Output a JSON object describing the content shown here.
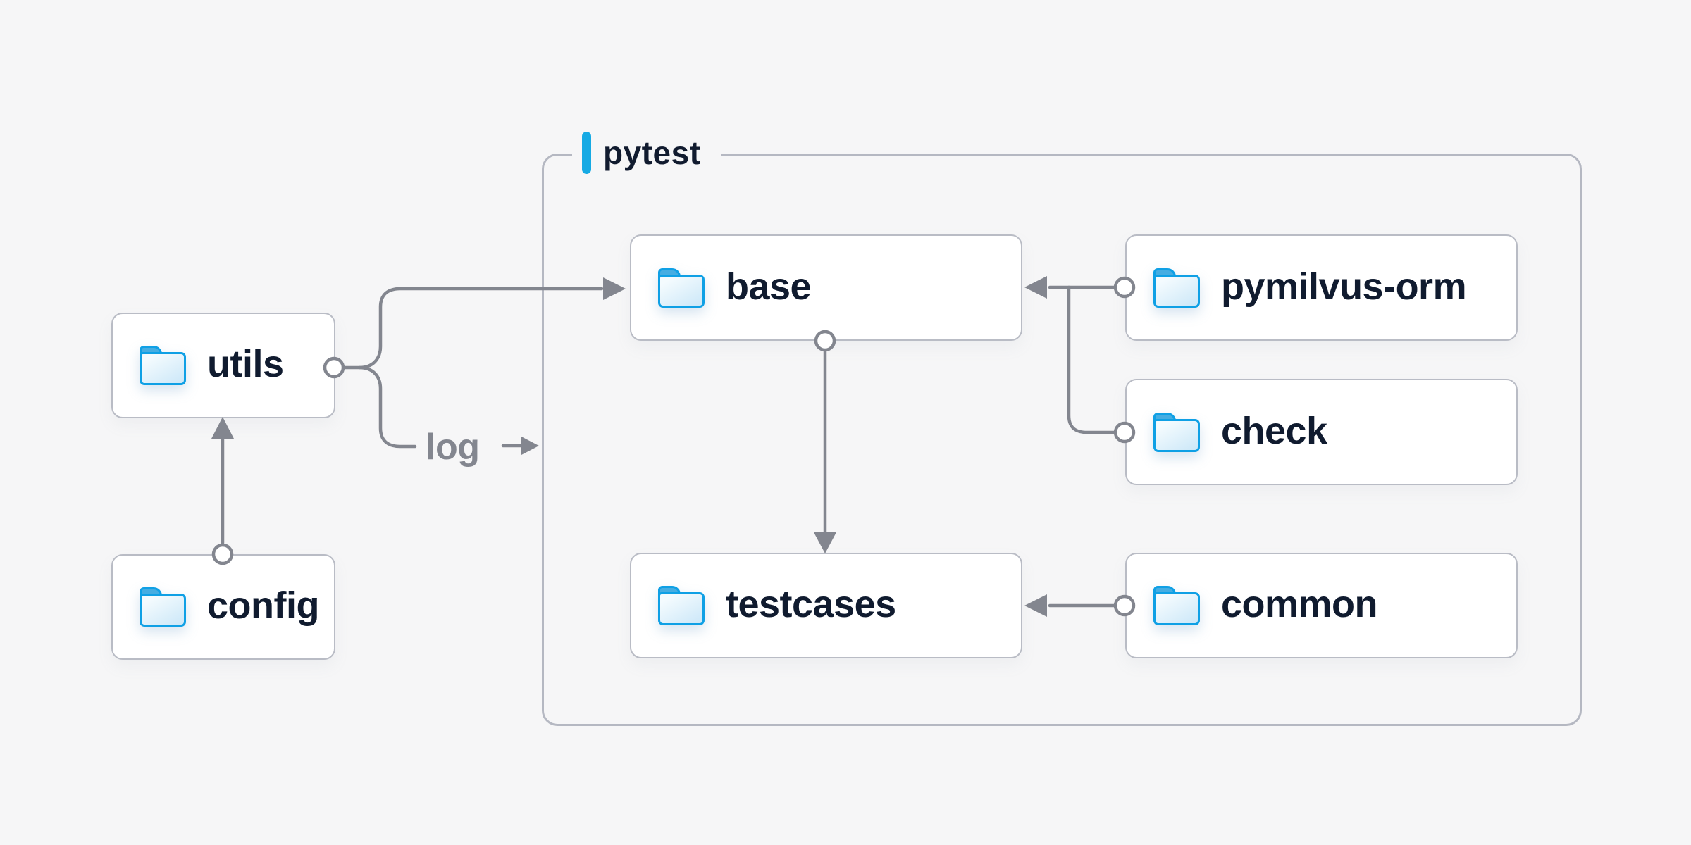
{
  "diagram": {
    "group": {
      "label": "pytest"
    },
    "nodes": [
      {
        "id": "utils",
        "label": "utils"
      },
      {
        "id": "config",
        "label": "config"
      },
      {
        "id": "base",
        "label": "base"
      },
      {
        "id": "testcases",
        "label": "testcases"
      },
      {
        "id": "pymilvus-orm",
        "label": "pymilvus-orm"
      },
      {
        "id": "check",
        "label": "check"
      },
      {
        "id": "common",
        "label": "common"
      }
    ],
    "edges": [
      {
        "from": "config",
        "to": "utils",
        "label": ""
      },
      {
        "from": "utils",
        "to": "base",
        "label": ""
      },
      {
        "from": "utils",
        "to": "log",
        "label": "log"
      },
      {
        "from": "base",
        "to": "testcases",
        "label": ""
      },
      {
        "from": "pymilvus-orm",
        "to": "base",
        "label": ""
      },
      {
        "from": "check",
        "to": "base",
        "label": ""
      },
      {
        "from": "common",
        "to": "testcases",
        "label": ""
      }
    ],
    "edge_label_log": "log",
    "colors": {
      "background": "#f6f6f7",
      "accent_blue": "#16aae4",
      "connector_gray": "#83868f",
      "text_navy": "#101b2f",
      "node_border": "#b9bcc5",
      "folder_blue": "#0fa0e5"
    }
  }
}
